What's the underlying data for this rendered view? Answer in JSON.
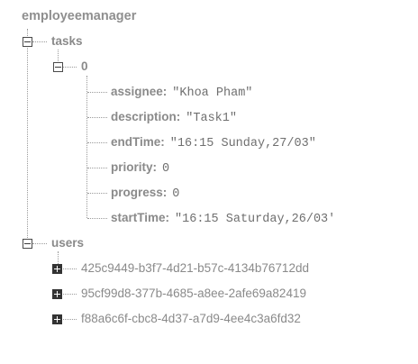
{
  "tree": {
    "root_label": "employeemanager",
    "tasks": {
      "label": "tasks",
      "expanded": true,
      "item0": {
        "label": "0",
        "expanded": true,
        "fields": [
          {
            "key": "assignee:",
            "value": "\"Khoa Pham\""
          },
          {
            "key": "description:",
            "value": "\"Task1\""
          },
          {
            "key": "endTime:",
            "value": "\"16:15 Sunday,27/03\""
          },
          {
            "key": "priority:",
            "value": "0"
          },
          {
            "key": "progress:",
            "value": "0"
          },
          {
            "key": "startTime:",
            "value": "\"16:15 Saturday,26/03'"
          }
        ]
      }
    },
    "users": {
      "label": "users",
      "expanded": true,
      "children": [
        {
          "label": "425c9449-b3f7-4d21-b57c-4134b76712dd",
          "expanded": false
        },
        {
          "label": "95cf99d8-377b-4685-a8ee-2afe69a82419",
          "expanded": false
        },
        {
          "label": "f88a6c6f-cbc8-4d37-a7d9-4ee4c3a6fd32",
          "expanded": false
        }
      ]
    }
  }
}
